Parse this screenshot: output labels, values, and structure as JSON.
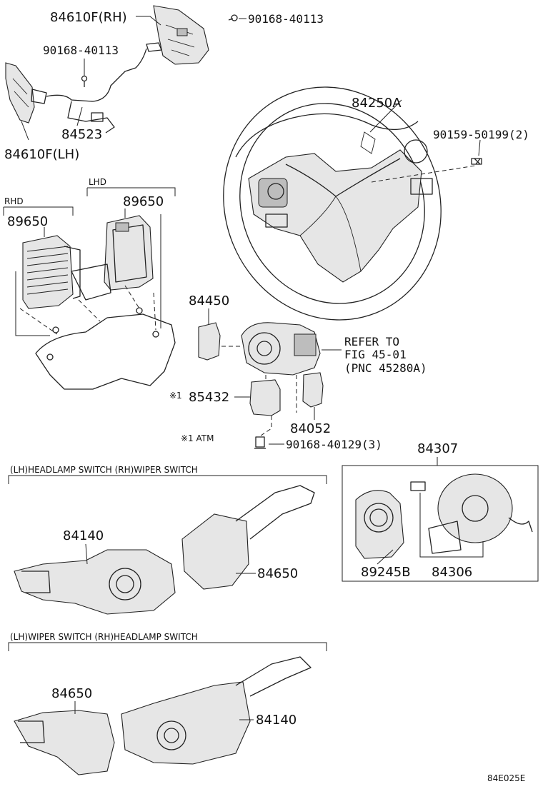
{
  "labels": {
    "p84610f_rh": "84610F(RH)",
    "p90168_40113_a": "90168-40113",
    "p90168_40113_b": "90168-40113",
    "p84523": "84523",
    "p84610f_lh": "84610F(LH)",
    "p84250a": "84250A",
    "p90159_50199": "90159-50199(2)",
    "lhd": "LHD",
    "rhd": "RHD",
    "p89650_lhd": "89650",
    "p89650_rhd": "89650",
    "p84450": "84450",
    "refer_line1": "REFER TO",
    "refer_line2": "FIG 45-01",
    "refer_line3": "(PNC 45280A)",
    "mark1": "※1",
    "p85432": "85432",
    "p84052": "84052",
    "atm_note": "※1 ATM",
    "p90168_40129": "90168-40129(3)",
    "p84307": "84307",
    "section1": "(LH)HEADLAMP SWITCH  (RH)WIPER SWITCH",
    "p84140_a": "84140",
    "p84650_a": "84650",
    "p89245b": "89245B",
    "p84306": "84306",
    "section2": "(LH)WIPER SWITCH  (RH)HEADLAMP SWITCH",
    "p84650_b": "84650",
    "p84140_b": "84140",
    "fig_code": "84E025E"
  }
}
